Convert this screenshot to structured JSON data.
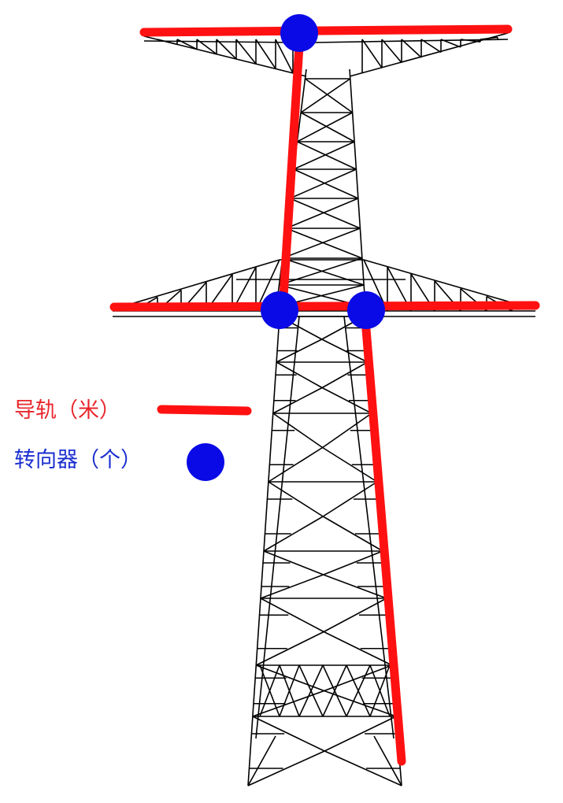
{
  "legend": {
    "rail": {
      "label": "导轨（米）",
      "color": "#ff1111"
    },
    "turner": {
      "label": "转向器（个）",
      "color": "#0a0ae6"
    }
  },
  "diagram": {
    "subject": "transmission-tower",
    "rail_color": "#ff1111",
    "turner_color": "#0a0ae6",
    "line_color": "#000000"
  }
}
